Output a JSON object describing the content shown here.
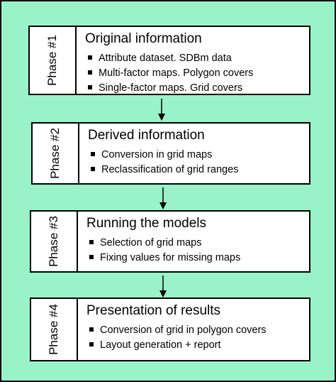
{
  "phases": [
    {
      "label": "Phase #1",
      "title": "Original information",
      "items": [
        "Attribute dataset. SDBm data",
        "Multi-factor maps. Polygon covers",
        "Single-factor maps. Grid covers"
      ]
    },
    {
      "label": "Phase #2",
      "title": "Derived information",
      "items": [
        "Conversion in grid maps",
        "Reclassification of grid ranges"
      ]
    },
    {
      "label": "Phase #3",
      "title": "Running the models",
      "items": [
        "Selection of grid maps",
        "Fixing values for missing maps"
      ]
    },
    {
      "label": "Phase #4",
      "title": "Presentation of results",
      "items": [
        "Conversion of grid in polygon covers",
        "Layout generation + report"
      ]
    }
  ],
  "colors": {
    "background": "#9af2c8",
    "box": "#ffffff",
    "line": "#000000"
  }
}
